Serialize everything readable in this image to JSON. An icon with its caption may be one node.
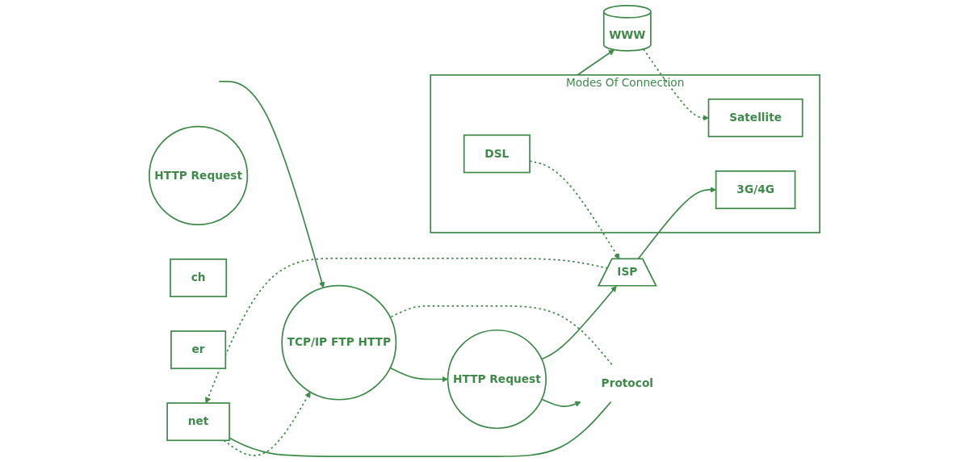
{
  "diagram": {
    "nodes": [
      {
        "text": [
          "net"
        ]
      },
      {
        "text": [
          "TCP/IP FTP HTTP"
        ]
      },
      {
        "text": [
          "Protocol"
        ]
      },
      {
        "text": [
          "HTTP Request"
        ]
      },
      {
        "text": [
          "ISP"
        ]
      },
      {
        "text": [
          "HTTP Request"
        ]
      },
      {
        "text": [
          "Modes Of Connection"
        ]
      },
      {
        "text": [
          "DSL"
        ],
        "in": 6
      },
      {
        "text": [
          "Satellite"
        ],
        "in": 6
      },
      {
        "text": [
          "3G/4G"
        ],
        "in": 6
      },
      {
        "text": [
          "WWW"
        ]
      },
      {
        "text": [
          "ch"
        ]
      },
      {
        "text": [
          "er"
        ]
      }
    ],
    "edges": [
      {
        "from": 0,
        "to": 1,
        "arrow": "to",
        "style": "dashed"
      },
      {
        "from": null,
        "to": 1,
        "arrow": "to"
      },
      {
        "from": 0,
        "to": 2,
        "arrow": "none"
      },
      {
        "from": 2,
        "to": 1,
        "arrow": "none",
        "style": "dashed"
      },
      {
        "from": 3,
        "to": 2,
        "arrow": "to"
      },
      {
        "from": 1,
        "to": 3,
        "arrow": "to"
      },
      {
        "from": 3,
        "to": 4,
        "arrow": "to"
      },
      {
        "from": 4,
        "to": 0,
        "arrow": "to",
        "style": "dashed"
      },
      {
        "from": 7,
        "to": 4,
        "arrow": "to",
        "style": "dashed"
      },
      {
        "from": 4,
        "to": 9,
        "arrow": "to"
      },
      {
        "from": 10,
        "to": 8,
        "arrow": "to",
        "style": "dashed"
      },
      {
        "from": 6,
        "to": 10,
        "arrow": "to"
      }
    ]
  }
}
